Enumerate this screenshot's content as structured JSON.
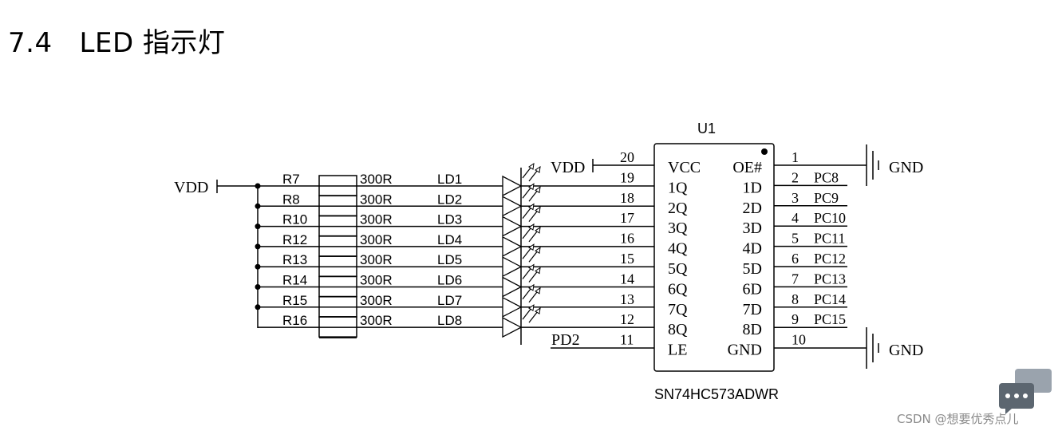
{
  "title": {
    "number": "7.4",
    "text": "LED 指示灯"
  },
  "power": {
    "vdd": "VDD",
    "gnd": "GND"
  },
  "resistors": [
    {
      "ref": "R7",
      "value": "300R"
    },
    {
      "ref": "R8",
      "value": "300R"
    },
    {
      "ref": "R10",
      "value": "300R"
    },
    {
      "ref": "R12",
      "value": "300R"
    },
    {
      "ref": "R13",
      "value": "300R"
    },
    {
      "ref": "R14",
      "value": "300R"
    },
    {
      "ref": "R15",
      "value": "300R"
    },
    {
      "ref": "R16",
      "value": "300R"
    }
  ],
  "leds": [
    "LD1",
    "LD2",
    "LD3",
    "LD4",
    "LD5",
    "LD6",
    "LD7",
    "LD8"
  ],
  "ic": {
    "ref": "U1",
    "part": "SN74HC573ADWR",
    "left_pins": [
      {
        "num": "20",
        "name": "VCC"
      },
      {
        "num": "19",
        "name": "1Q"
      },
      {
        "num": "18",
        "name": "2Q"
      },
      {
        "num": "17",
        "name": "3Q"
      },
      {
        "num": "16",
        "name": "4Q"
      },
      {
        "num": "15",
        "name": "5Q"
      },
      {
        "num": "14",
        "name": "6Q"
      },
      {
        "num": "13",
        "name": "7Q"
      },
      {
        "num": "12",
        "name": "8Q"
      },
      {
        "num": "11",
        "name": "LE"
      }
    ],
    "right_pins": [
      {
        "num": "1",
        "name": "OE#",
        "net": ""
      },
      {
        "num": "2",
        "name": "1D",
        "net": "PC8"
      },
      {
        "num": "3",
        "name": "2D",
        "net": "PC9"
      },
      {
        "num": "4",
        "name": "3D",
        "net": "PC10"
      },
      {
        "num": "5",
        "name": "4D",
        "net": "PC11"
      },
      {
        "num": "6",
        "name": "5D",
        "net": "PC12"
      },
      {
        "num": "7",
        "name": "6D",
        "net": "PC13"
      },
      {
        "num": "8",
        "name": "7D",
        "net": "PC14"
      },
      {
        "num": "9",
        "name": "8D",
        "net": "PC15"
      },
      {
        "num": "10",
        "name": "GND",
        "net": ""
      }
    ]
  },
  "le_net": "PD2",
  "watermark": "CSDN @想要优秀点儿"
}
